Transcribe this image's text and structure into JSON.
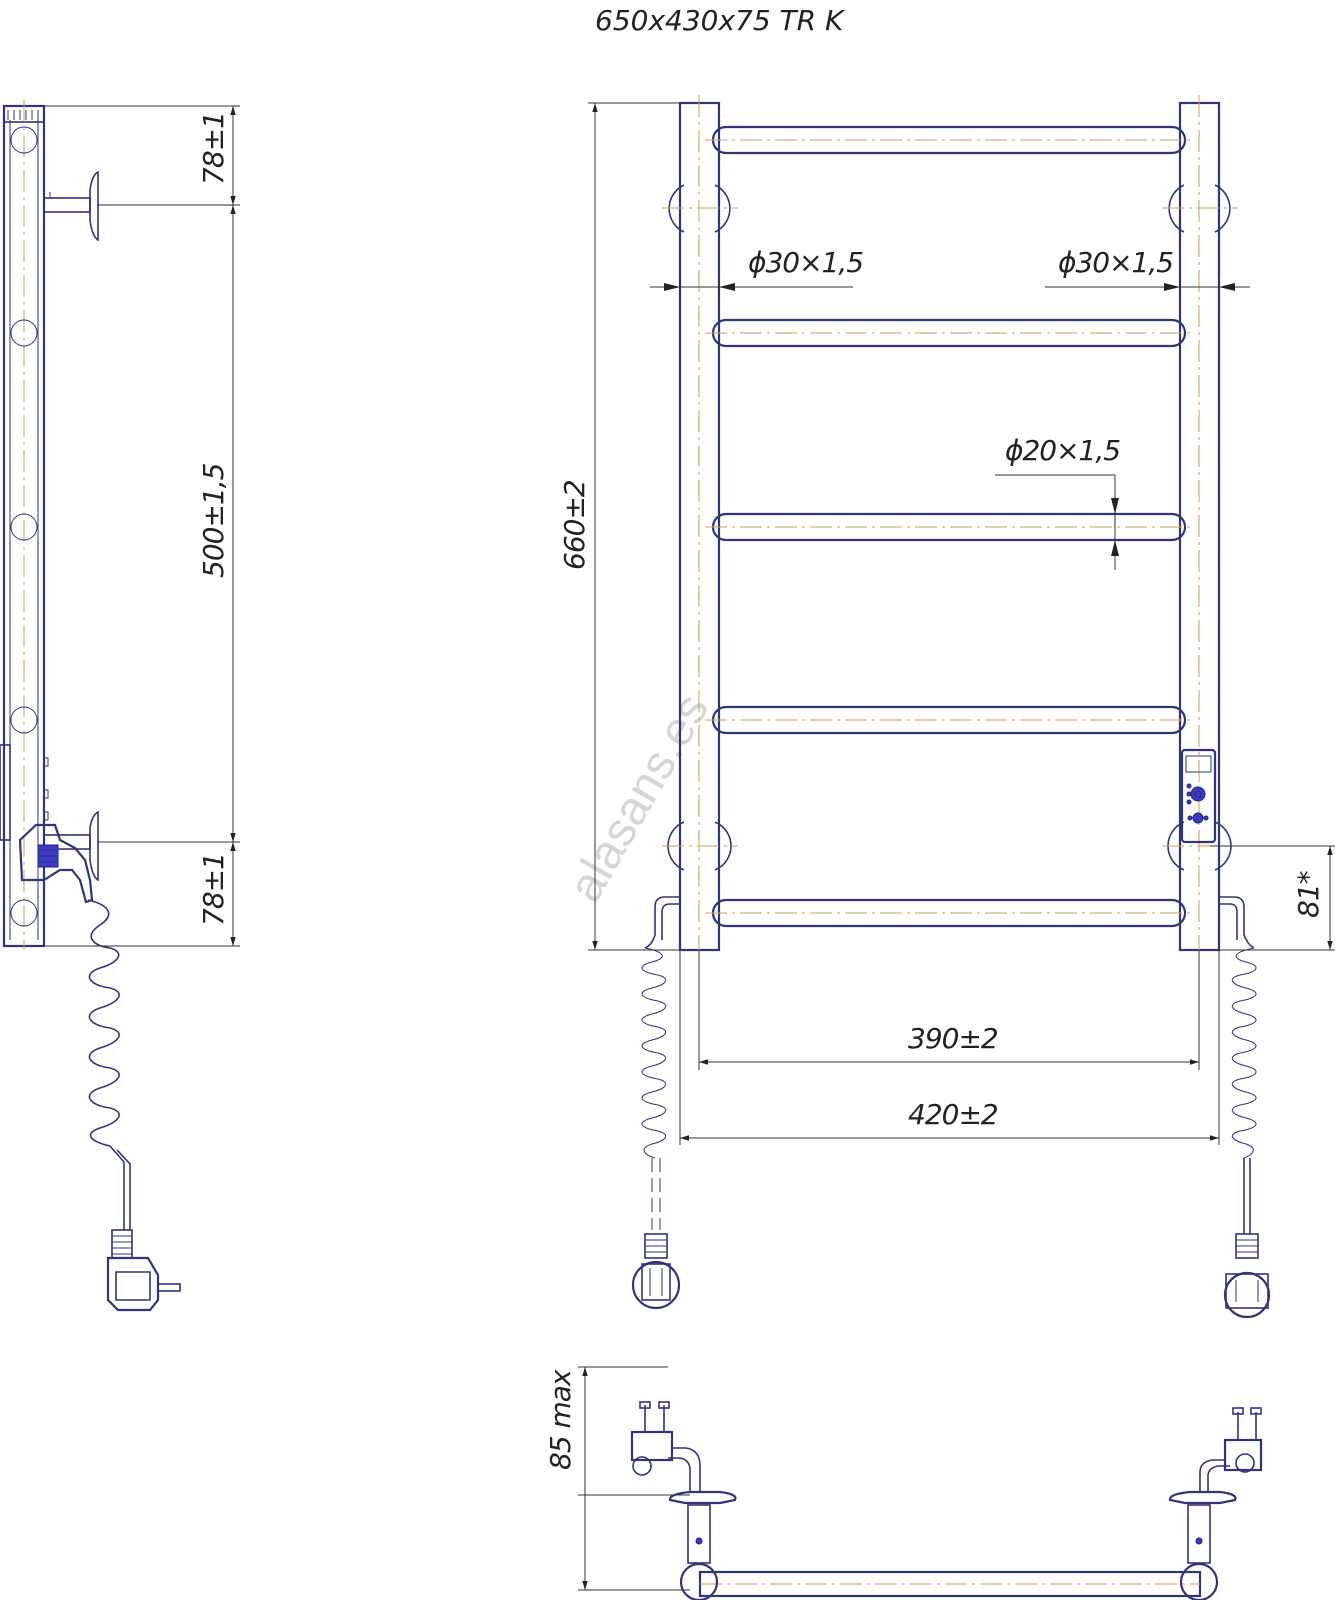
{
  "title": "650x430x75 TR K",
  "watermark": "alasans.es",
  "dimensions": {
    "side_top": "78±1",
    "side_middle": "500±1,5",
    "side_bottom": "78±1",
    "height": "660±2",
    "pipe_left": "ϕ30×1,5",
    "pipe_right": "ϕ30×1,5",
    "rail": "ϕ20×1,5",
    "offset": "81*",
    "inner_width": "390±2",
    "outer_width": "420±2",
    "depth": "85 max"
  },
  "colors": {
    "outline": "#33337a",
    "centerline": "#c9a35a",
    "element_blue": "#3b3bc8"
  }
}
